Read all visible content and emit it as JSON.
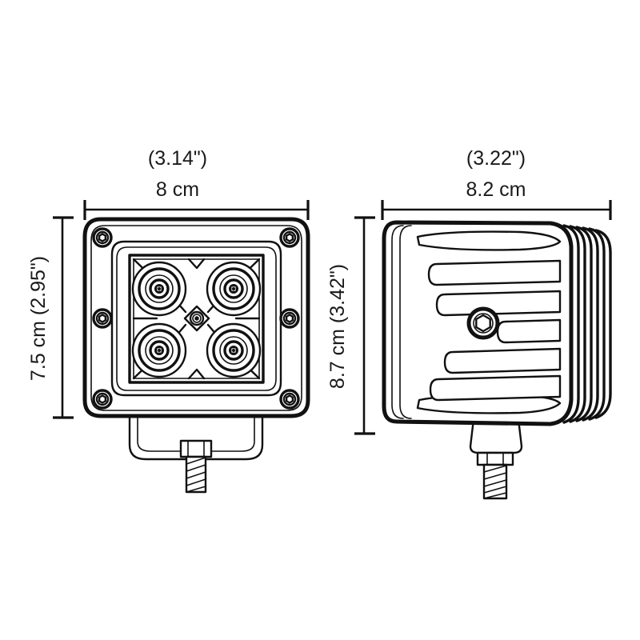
{
  "drawing": {
    "subject": "LED cube work light",
    "background_color": "#ffffff",
    "line_color": "#111111",
    "views": [
      {
        "id": "front-view",
        "name": "front view",
        "description": "Square LED light housing with four LEDs in a 2x2 grid, six bezel screws and a U-shaped mounting bracket with threaded stud",
        "led_count": 4,
        "led_layout": "2x2",
        "screw_count": 6,
        "center_hub_screws": 1
      },
      {
        "id": "side-view",
        "name": "side view",
        "description": "Profile of the light housing showing horizontal heat-sink cooling fins, a hex socket screw and stacked rear fin ribs with tapered mounting boss and threaded stud",
        "fin_count": 5,
        "rear_rib_count": 6,
        "hex_screw_count": 1
      }
    ]
  },
  "dimensions": {
    "front_width": {
      "id": "front-width-dimension",
      "orientation": "horizontal",
      "metric": "8 cm",
      "imperial": "(3.14\")"
    },
    "front_height": {
      "id": "front-height-dimension",
      "orientation": "vertical",
      "metric": "7.5 cm",
      "imperial": "(2.95\")",
      "combined": "7.5 cm (2.95\")"
    },
    "side_width": {
      "id": "side-width-dimension",
      "orientation": "horizontal",
      "metric": "8.2 cm",
      "imperial": "(3.22\")"
    },
    "side_height": {
      "id": "side-height-dimension",
      "orientation": "vertical",
      "metric": "8.7 cm",
      "imperial": "(3.42\")",
      "combined": "8.7 cm (3.42\")"
    }
  }
}
